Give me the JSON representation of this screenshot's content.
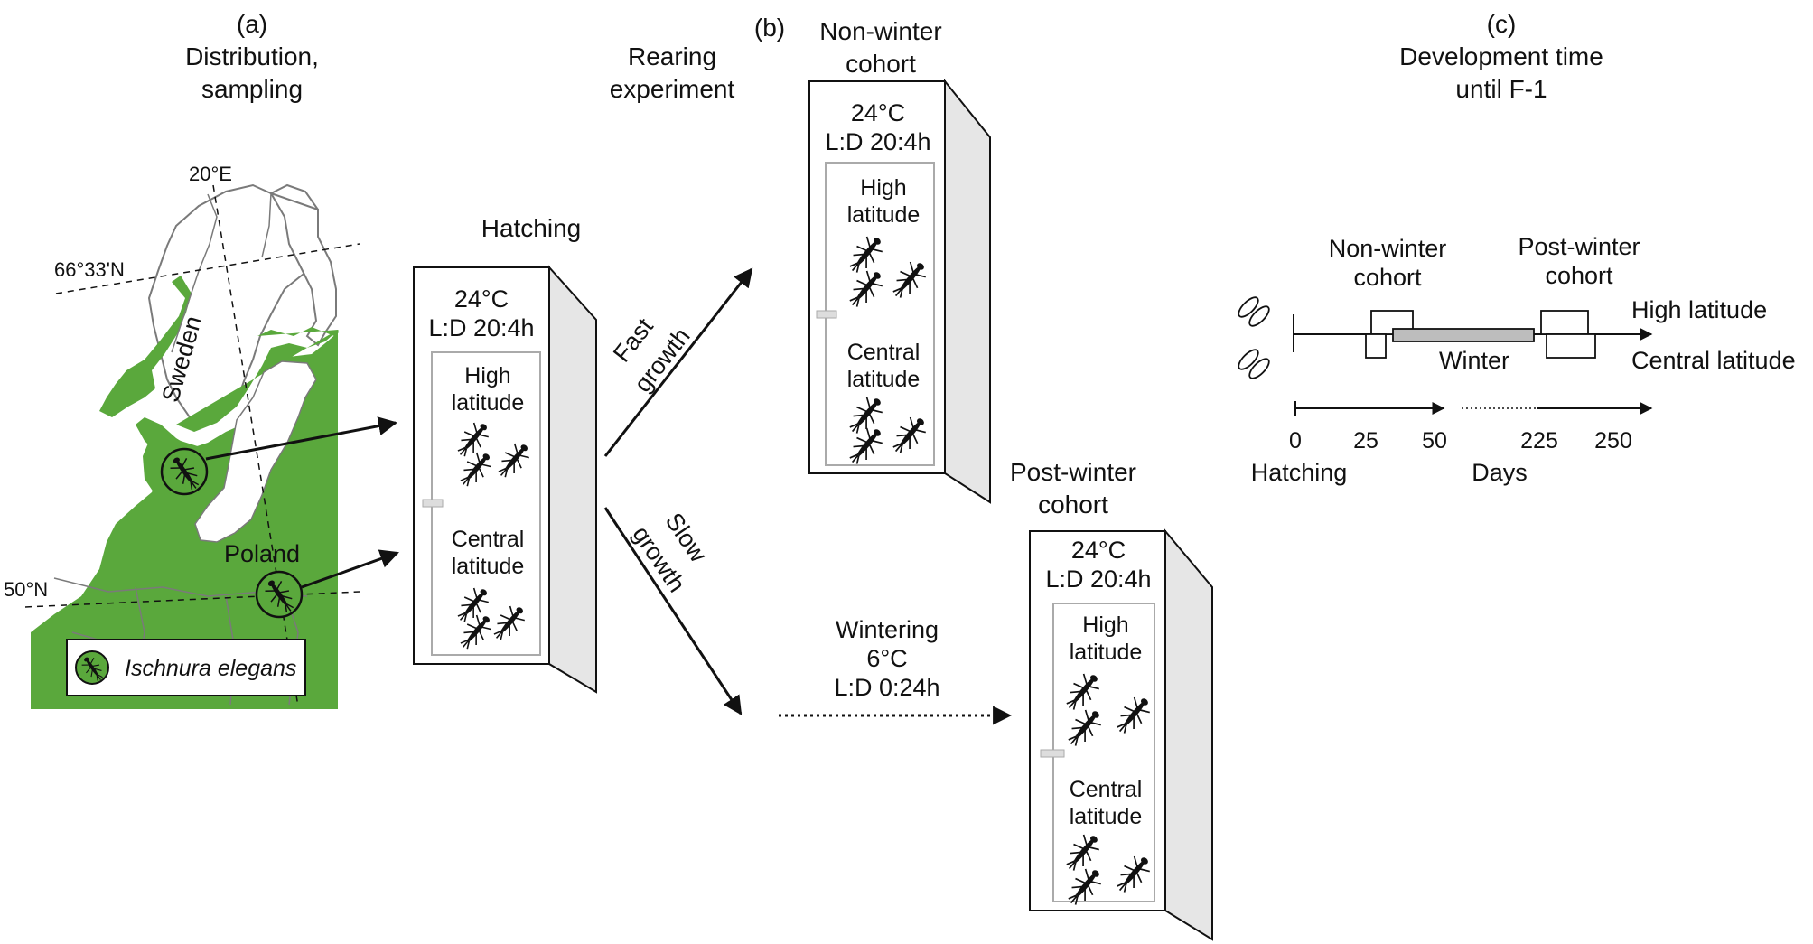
{
  "panels": {
    "a": {
      "label": "(a)",
      "title_line1": "Distribution,",
      "title_line2": "sampling"
    },
    "b": {
      "label": "(b)",
      "title_line1": "Rearing",
      "title_line2": "experiment"
    },
    "c": {
      "label": "(c)",
      "title_line1": "Development time",
      "title_line2": "until F-1"
    }
  },
  "map": {
    "meridian_label": "20°E",
    "arctic_label": "66°33'N",
    "parallel_label": "50°N",
    "country_north": "Sweden",
    "country_south": "Poland",
    "legend_species": "Ischnura elegans",
    "range_color": "#5aa83c"
  },
  "hatching": {
    "title": "Hatching",
    "temp": "24°C",
    "photoperiod": "L:D 20:4h",
    "group_high_1": "High",
    "group_high_2": "latitude",
    "group_central_1": "Central",
    "group_central_2": "latitude"
  },
  "arrows": {
    "fast_1": "Fast",
    "fast_2": "growth",
    "slow_1": "Slow",
    "slow_2": "growth"
  },
  "nonwinter": {
    "title_1": "Non-winter",
    "title_2": "cohort",
    "temp": "24°C",
    "photoperiod": "L:D 20:4h",
    "group_high_1": "High",
    "group_high_2": "latitude",
    "group_central_1": "Central",
    "group_central_2": "latitude"
  },
  "wintering": {
    "title": "Wintering",
    "temp": "6°C",
    "photoperiod": "L:D 0:24h"
  },
  "postwinter": {
    "title_1": "Post-winter",
    "title_2": "cohort",
    "temp": "24°C",
    "photoperiod": "L:D 20:4h",
    "group_high_1": "High",
    "group_high_2": "latitude",
    "group_central_1": "Central",
    "group_central_2": "latitude"
  },
  "timeline": {
    "nonwinter_1": "Non-winter",
    "nonwinter_2": "cohort",
    "postwinter_1": "Post-winter",
    "postwinter_2": "cohort",
    "row_high": "High latitude",
    "row_central": "Central latitude",
    "winter": "Winter",
    "ticks": [
      "0",
      "25",
      "50",
      "225",
      "250"
    ],
    "x_origin_label": "Hatching",
    "x_axis_label": "Days"
  }
}
